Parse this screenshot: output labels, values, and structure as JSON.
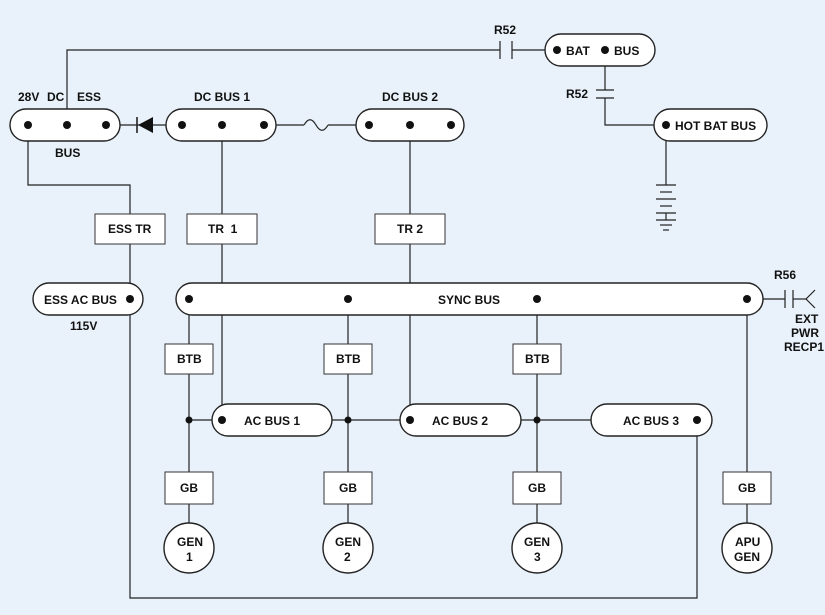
{
  "colors": {
    "background": "#e9f2fa",
    "line": "#222222",
    "fill": "#ffffff"
  },
  "labels": {
    "r52_top": "R52",
    "r52_mid": "R52",
    "r56": "R56",
    "bat": "BAT",
    "bus_word": "BUS",
    "hot_bat_bus": "HOT BAT BUS",
    "ess_28v": "28V",
    "ess_dc": "DC",
    "ess_ess": "ESS",
    "ess_bus": "BUS",
    "dc_bus_1": "DC BUS 1",
    "dc_bus_2": "DC BUS 2",
    "ess_tr": "ESS TR",
    "tr1": "TR  1",
    "tr2": "TR 2",
    "ess_ac_bus": "ESS AC BUS",
    "v115": "115V",
    "sync_bus": "SYNC BUS",
    "ext": "EXT",
    "pwr": "PWR",
    "recp1": "RECP1",
    "btb": "BTB",
    "ac_bus_1": "AC BUS 1",
    "ac_bus_2": "AC BUS 2",
    "ac_bus_3": "AC BUS 3",
    "gb": "GB",
    "gen1_a": "GEN",
    "gen1_b": "1",
    "gen2_a": "GEN",
    "gen2_b": "2",
    "gen3_a": "GEN",
    "gen3_b": "3",
    "apu_a": "APU",
    "apu_b": "GEN"
  },
  "icons": [
    "diode-icon",
    "fuse-icon",
    "capacitor-icon",
    "battery-icon",
    "ground-icon",
    "ext-receptacle-icon"
  ]
}
